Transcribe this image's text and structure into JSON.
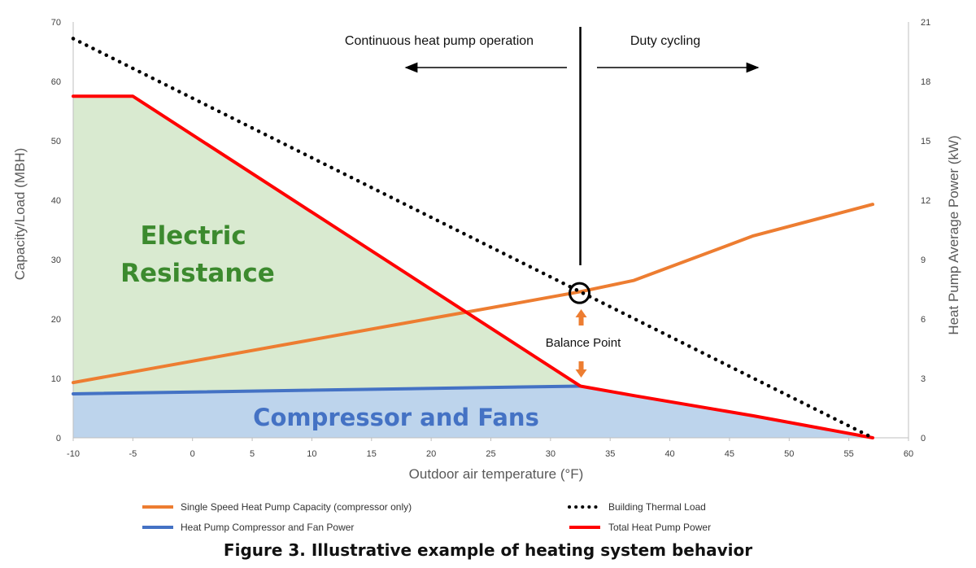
{
  "caption": "Figure 3. Illustrative example of heating system behavior",
  "chart_data": {
    "type": "line",
    "xlabel": "Outdoor air temperature (°F)",
    "ylabel": "Capacity/Load (MBH)",
    "ylabel_right": "Heat Pump Average Power (kW)",
    "xlim": [
      -10,
      60
    ],
    "ylim": [
      0,
      70
    ],
    "ylim_right": [
      0,
      21
    ],
    "x_ticks": [
      -10,
      -5,
      0,
      5,
      10,
      15,
      20,
      25,
      30,
      35,
      40,
      45,
      50,
      55,
      60
    ],
    "y_ticks": [
      0,
      10,
      20,
      30,
      40,
      50,
      60,
      70
    ],
    "y_ticks_right": [
      0,
      3,
      6,
      9,
      12,
      15,
      18,
      21
    ],
    "grid": false,
    "legend_placement": "bottom",
    "series": [
      {
        "name": "Single Speed Heat Pump Capacity (compressor only)",
        "color": "#ED7D31",
        "style": "solid",
        "x": [
          -10,
          0,
          10,
          20,
          27,
          32.5,
          37,
          47,
          57
        ],
        "y": [
          9.3,
          12.9,
          16.5,
          20.1,
          22.6,
          24.6,
          26.5,
          34.0,
          39.3
        ]
      },
      {
        "name": "Building Thermal Load",
        "color": "#000000",
        "style": "dotted",
        "x": [
          -10,
          57
        ],
        "y": [
          67.2,
          0
        ]
      },
      {
        "name": "Heat Pump Compressor and Fan Power",
        "color": "#4472C4",
        "style": "solid",
        "x": [
          -10,
          32.5
        ],
        "y": [
          7.4,
          8.7
        ]
      },
      {
        "name": "Total Heat Pump Power",
        "color": "#FF0000",
        "style": "solid",
        "x": [
          -10,
          -5,
          32.5,
          37,
          47,
          57
        ],
        "y": [
          57.5,
          57.5,
          8.7,
          7.1,
          3.7,
          0
        ]
      }
    ],
    "regions": [
      {
        "label_lines": [
          "Electric",
          "Resistance"
        ],
        "color": "#3C8A2E"
      },
      {
        "label_lines": [
          "Compressor and Fans"
        ],
        "color": "#4472C4"
      }
    ],
    "annotations": {
      "continuous": "Continuous heat pump operation",
      "duty": "Duty cycling",
      "balance": "Balance Point",
      "balance_point": {
        "x": 32.5,
        "y": 24.5
      },
      "divider_x": 32.5
    }
  }
}
